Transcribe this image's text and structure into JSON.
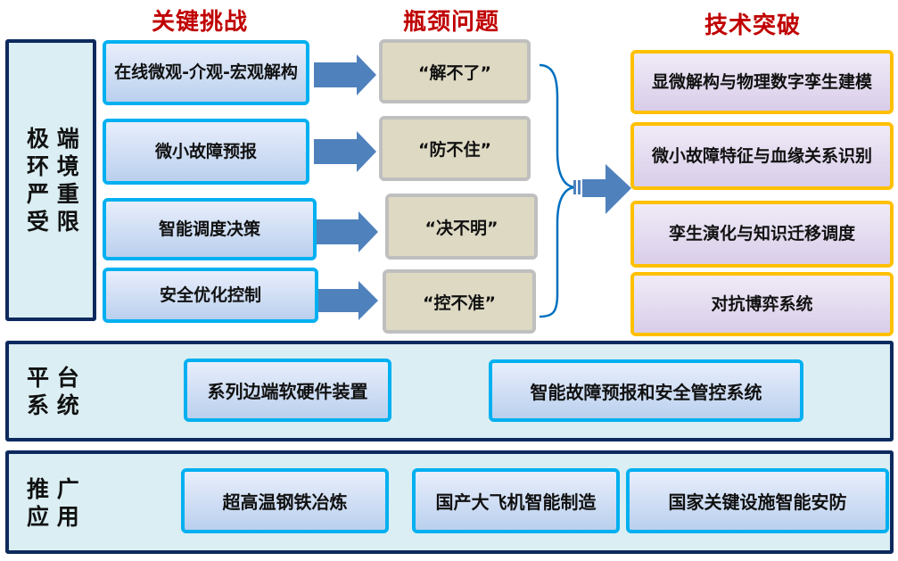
{
  "columns": {
    "challenges_title": "关键挑战",
    "bottlenecks_title": "瓶颈问题",
    "breakthroughs_title": "技术突破"
  },
  "left_panel": {
    "label_lines": [
      "极 端",
      "环 境",
      "严 重",
      "受 限"
    ]
  },
  "challenges": [
    {
      "label": "在线微观-介观-宏观解构"
    },
    {
      "label": "微小故障预报"
    },
    {
      "label": "智能调度决策"
    },
    {
      "label": "安全优化控制"
    }
  ],
  "bottlenecks": [
    {
      "label": "“解不了”"
    },
    {
      "label": "“防不住”"
    },
    {
      "label": "“决不明”"
    },
    {
      "label": "“控不准”"
    }
  ],
  "breakthroughs": [
    {
      "label": "显微解构与物理数字孪生建模"
    },
    {
      "label": "微小故障特征与血缘关系识别"
    },
    {
      "label": "孪生演化与知识迁移调度"
    },
    {
      "label": "对抗博弈系统"
    }
  ],
  "platform": {
    "label_lines": [
      "平 台",
      "系 统"
    ],
    "items": [
      {
        "label": "系列边端软硬件装置"
      },
      {
        "label": "智能故障预报和安全管控系统"
      }
    ]
  },
  "application": {
    "label_lines": [
      "推 广",
      "应 用"
    ],
    "items": [
      {
        "label": "超高温钢铁冶炼"
      },
      {
        "label": "国产大飞机智能制造"
      },
      {
        "label": "国家关键设施智能安防"
      }
    ]
  },
  "colors": {
    "title_red": "#c00000",
    "panel_border": "#0d2a5e",
    "panel_fill": "#daeef3",
    "challenge_border": "#00b0f0",
    "bottleneck_fill": "#ddd9c3",
    "breakthrough_border": "#ffc000",
    "arrow_blue": "#4f81bd",
    "brace_blue": "#0070c0"
  }
}
